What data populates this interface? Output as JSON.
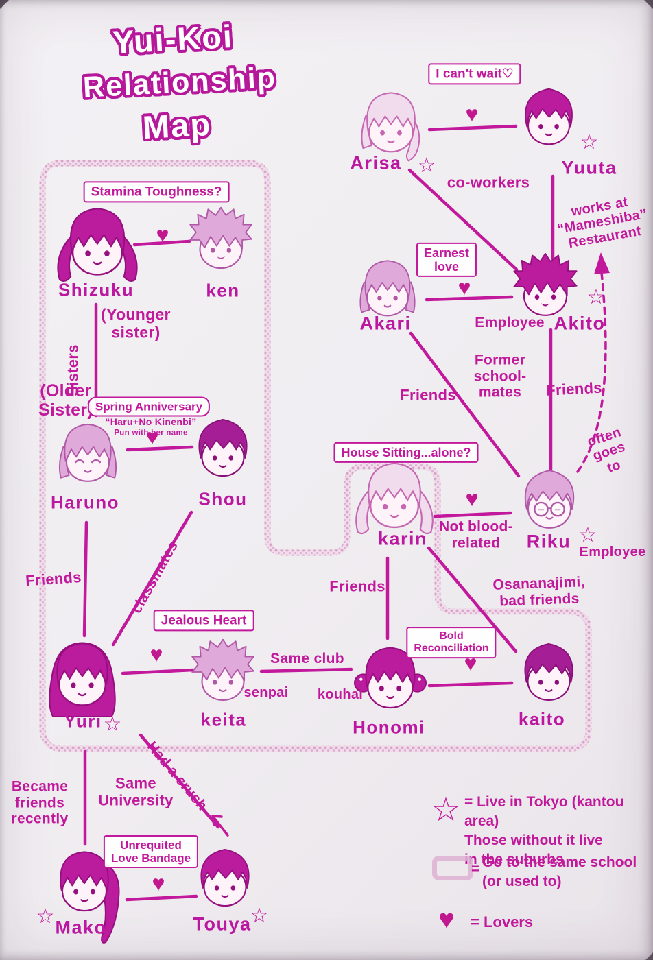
{
  "title": {
    "line1": "Yui-Koi",
    "line2": "Relationship",
    "line3": "Map"
  },
  "symbols": {
    "star": "☆",
    "heart": "♥"
  },
  "characters": {
    "shizuku": {
      "name": "Shizuku",
      "star": false
    },
    "ken": {
      "name": "ken",
      "star": false
    },
    "haruno": {
      "name": "Haruno",
      "star": false
    },
    "shou": {
      "name": "Shou",
      "star": false
    },
    "yuri": {
      "name": "Yuri",
      "star": true
    },
    "keita": {
      "name": "keita",
      "star": false
    },
    "karin": {
      "name": "karin",
      "star": false
    },
    "riku": {
      "name": "Riku",
      "star": true
    },
    "honomi": {
      "name": "Honomi",
      "star": false
    },
    "kaito": {
      "name": "kaito",
      "star": false
    },
    "akari": {
      "name": "Akari",
      "star": false
    },
    "akito": {
      "name": "Akito",
      "star": true
    },
    "arisa": {
      "name": "Arisa",
      "star": true
    },
    "yuuta": {
      "name": "Yuuta",
      "star": true
    },
    "mako": {
      "name": "Mako",
      "star": true
    },
    "touya": {
      "name": "Touya",
      "star": true
    }
  },
  "boxes": {
    "stamina": "Stamina Toughness?",
    "i_cant_wait": "I can't wait♡",
    "earnest_love": "Earnest\nlove",
    "spring": "Spring Anniversary",
    "house_sitting": "House Sitting...alone?",
    "jealous_heart": "Jealous Heart",
    "bold_reconciliation": "Bold\nReconciliation",
    "unrequited": "Unrequited\nLove Bandage"
  },
  "labels": {
    "spring_pun_title": "“Haru+No Kinenbi”",
    "spring_pun_sub": "Pun with her name",
    "younger_sister": "(Younger\nsister)",
    "older_sister": "(Older\nSister)",
    "sisters": "Sisters",
    "friends_haruno_yuri": "Friends",
    "classmates": "classmates",
    "co_workers": "co-workers",
    "works_at": "works at\n“Mameshiba”\nRestaurant",
    "employee_akito": "Employee",
    "former_schoolmates": "Former\nschool-\nmates",
    "friends_akari_riku": "Friends",
    "friends_akito_riku": "Friends",
    "often_goes_to": "often\ngoes\nto",
    "not_blood_related": "Not blood-\nrelated",
    "employee_riku": "Employee",
    "friends_karin_honomi": "Friends",
    "osananajimi": "Osananajimi,\nbad friends",
    "same_club": "Same club",
    "senpai": "senpai",
    "kouhai": "kouhai",
    "became_friends": "Became\nfriends\nrecently",
    "same_university": "Same\nUniversity",
    "had_a_crush": "Had a crush"
  },
  "legend": {
    "star_text": "= Live in Tokyo (kantou area)\nThose without it live\nin the suburbs",
    "school_eq": "=",
    "school_text": "Go to the same school\n(or used to)",
    "lovers_text": "= Lovers"
  },
  "colors": {
    "accent": "#c2189b",
    "outline_pink": "#d9a6c9",
    "background": "#f0edf1"
  }
}
